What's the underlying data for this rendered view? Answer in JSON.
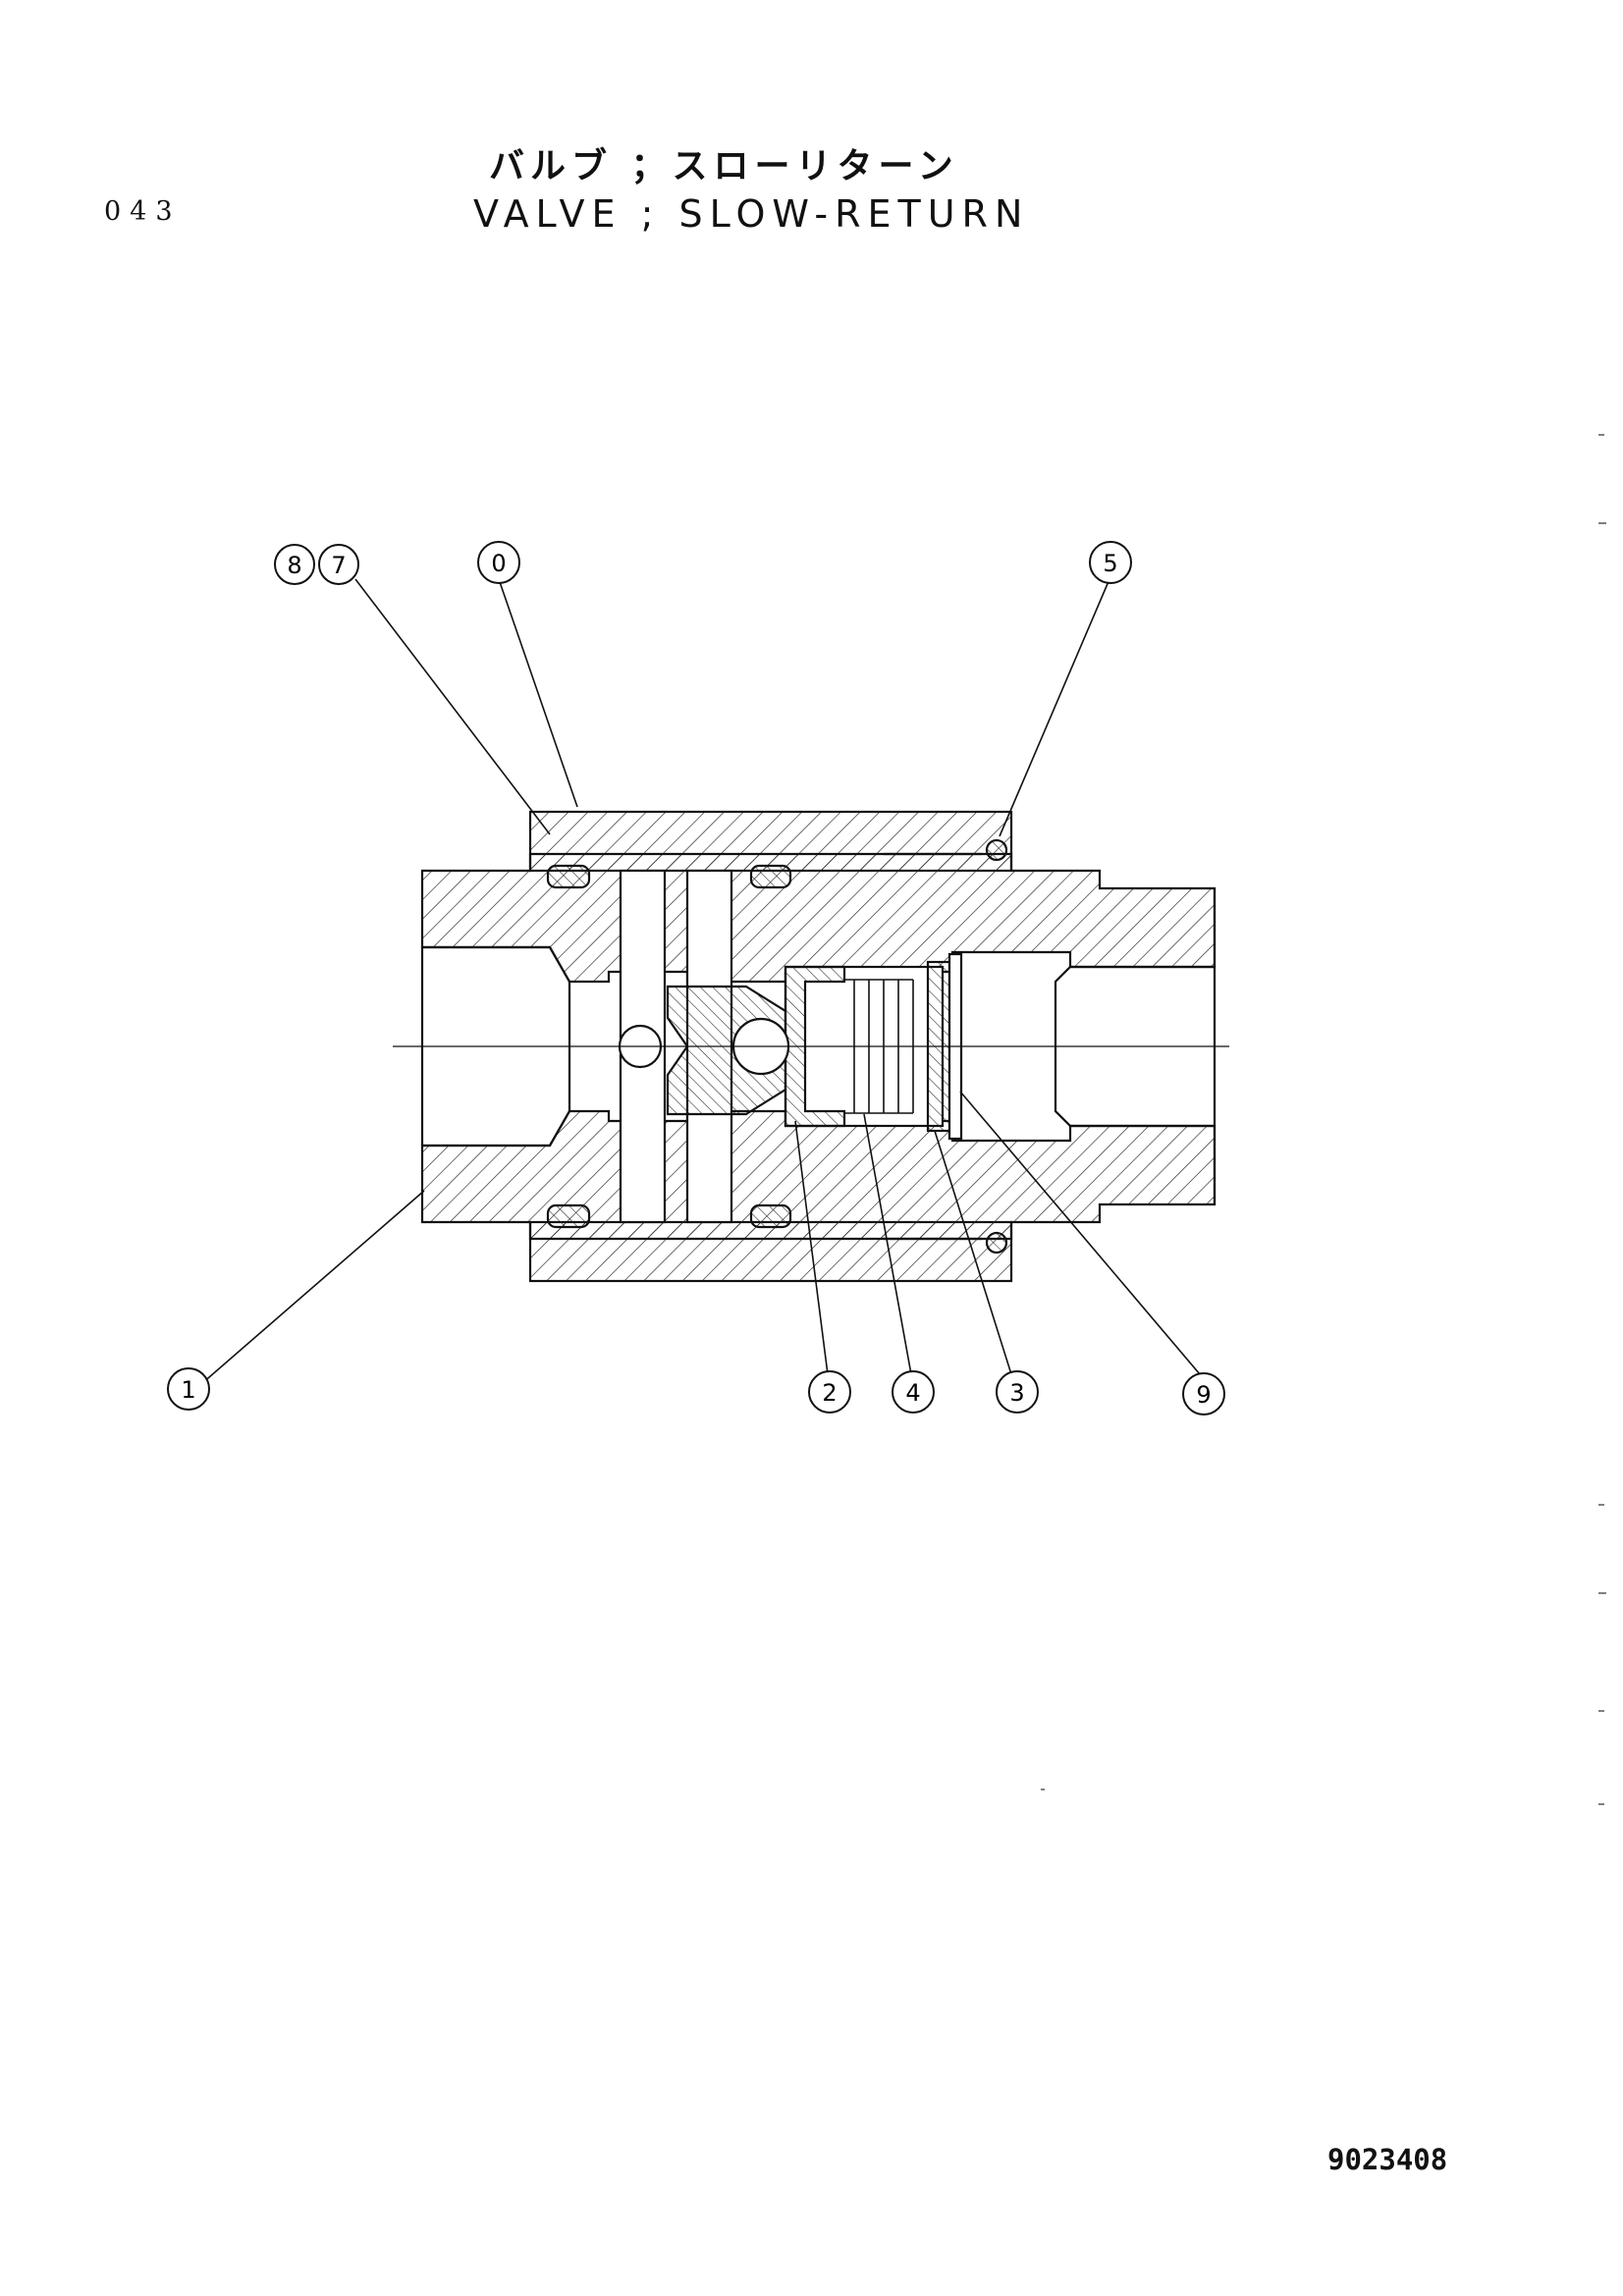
{
  "header": {
    "page_number": "043",
    "title_jp": "バルブ ；スローリターン",
    "title_en": "VALVE ; SLOW-RETURN"
  },
  "callouts": [
    {
      "id": "c8",
      "label": "8"
    },
    {
      "id": "c7",
      "label": "7"
    },
    {
      "id": "c0",
      "label": "0"
    },
    {
      "id": "c5",
      "label": "5"
    },
    {
      "id": "c1",
      "label": "1"
    },
    {
      "id": "c2",
      "label": "2"
    },
    {
      "id": "c4",
      "label": "4"
    },
    {
      "id": "c3",
      "label": "3"
    },
    {
      "id": "c9",
      "label": "9"
    }
  ],
  "footer": {
    "document_number": "9023408"
  }
}
